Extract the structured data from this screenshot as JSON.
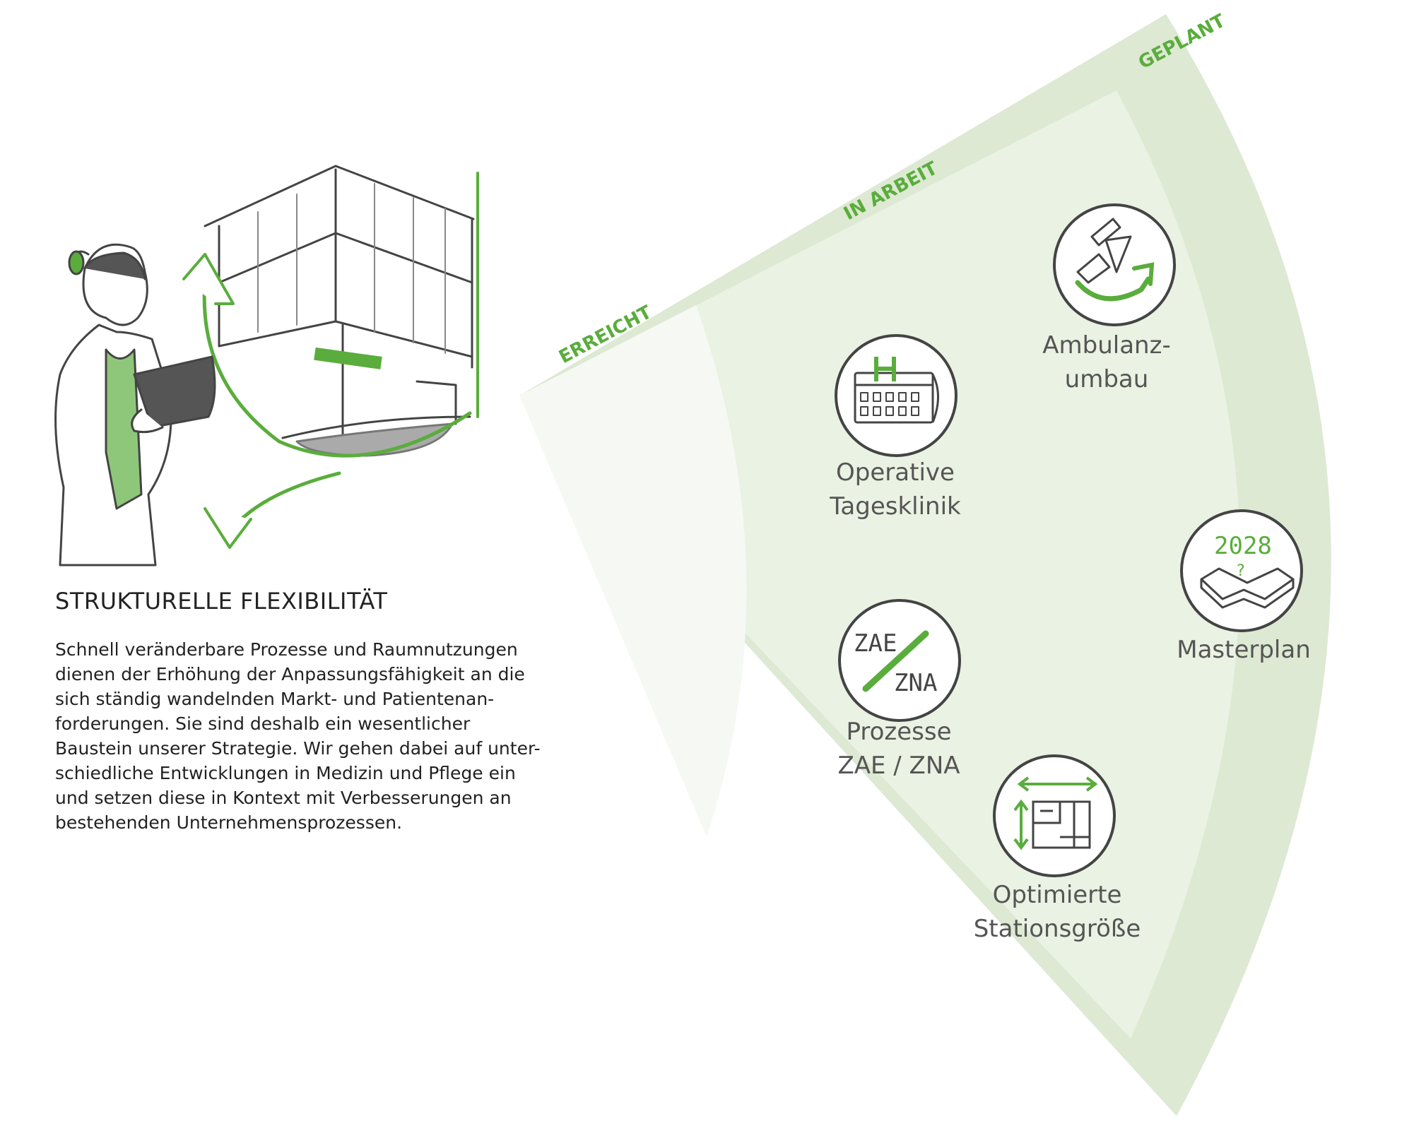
{
  "colors": {
    "accent_green": "#5aad3c",
    "zone_erreicht": "#f6f9f3",
    "zone_in_arbeit": "#eaf2e3",
    "zone_geplant": "#dde9d3",
    "icon_stroke": "#444444",
    "label_gray": "#555555"
  },
  "section": {
    "title": "STRUKTURELLE FLEXIBILITÄT",
    "paragraph_lines": [
      "Schnell veränderbare Prozesse und Raumnutzungen",
      "dienen der Erhöhung der Anpassungsfähigkeit an die",
      "sich ständig wandelnden Markt- und Patientenan-",
      "forderungen. Sie sind deshalb ein wesentlicher",
      "Baustein unserer Strategie. Wir gehen dabei auf unter-",
      "schiedliche Entwicklungen in Medizin und Pflege ein",
      "und setzen diese in Kontext mit Verbesserungen an",
      "bestehenden Unternehmensprozessen."
    ]
  },
  "zones": [
    {
      "label": "ERREICHT"
    },
    {
      "label": "IN ARBEIT"
    },
    {
      "label": "GEPLANT"
    }
  ],
  "items": [
    {
      "icon": "calendar-hospital-icon",
      "lines": [
        "Operative",
        "Tagesklinik"
      ]
    },
    {
      "icon": "zae-zna-icon",
      "icon_text_top": "ZAE",
      "icon_text_bottom": "ZNA",
      "lines": [
        "Prozesse",
        "ZAE / ZNA"
      ]
    },
    {
      "icon": "trowel-renovation-icon",
      "lines": [
        "Ambulanz-",
        "umbau"
      ]
    },
    {
      "icon": "floorplan-resize-icon",
      "lines": [
        "Optimierte",
        "Stationsgröße"
      ]
    },
    {
      "icon": "masterplan-building-icon",
      "icon_text": "2028",
      "icon_mark": "?",
      "lines": [
        "Masterplan"
      ]
    }
  ],
  "illustration": {
    "icon": "doctor-with-tablet-and-building-icon"
  }
}
